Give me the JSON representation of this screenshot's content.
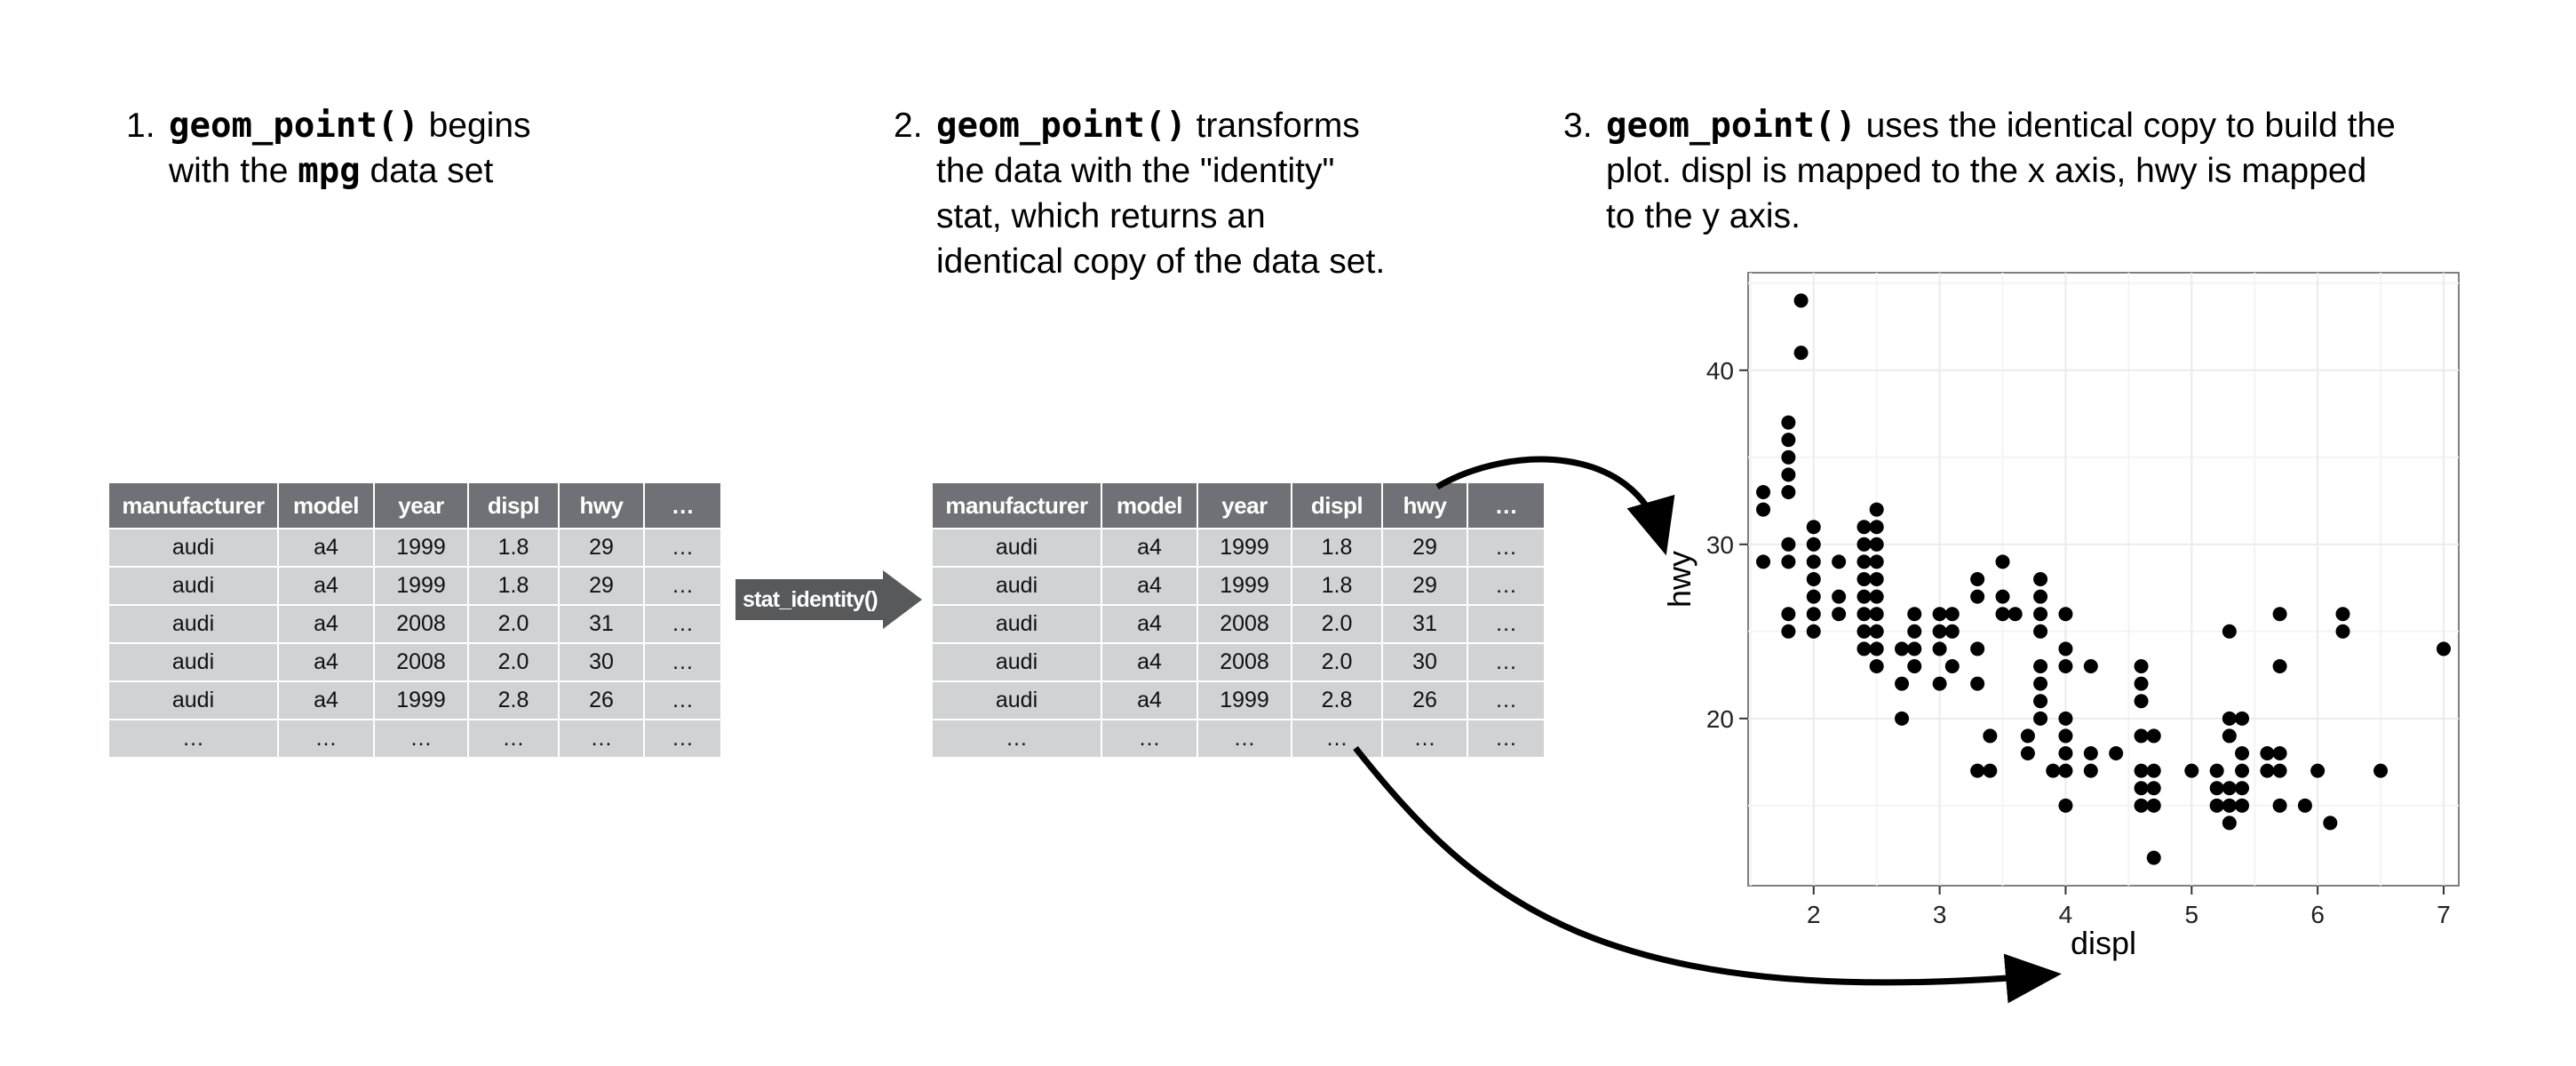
{
  "steps": [
    {
      "number": "1.",
      "lines": [
        [
          {
            "t": "geom_point()",
            "code": true
          },
          {
            "t": " begins",
            "code": false
          }
        ],
        [
          {
            "t": "with the ",
            "code": false
          },
          {
            "t": "mpg",
            "code": true
          },
          {
            "t": " data set",
            "code": false
          }
        ]
      ]
    },
    {
      "number": "2.",
      "lines": [
        [
          {
            "t": "geom_point()",
            "code": true
          },
          {
            "t": " transforms",
            "code": false
          }
        ],
        [
          {
            "t": "the data with the \"identity\"",
            "code": false
          }
        ],
        [
          {
            "t": "stat, which returns an",
            "code": false
          }
        ],
        [
          {
            "t": "identical copy of the data set.",
            "code": false
          }
        ]
      ]
    },
    {
      "number": "3.",
      "lines": [
        [
          {
            "t": "geom_point()",
            "code": true
          },
          {
            "t": " uses the identical copy to build the",
            "code": false
          }
        ],
        [
          {
            "t": "plot. displ is mapped to the x axis, hwy is mapped",
            "code": false
          }
        ],
        [
          {
            "t": "to the y axis.",
            "code": false
          }
        ]
      ]
    }
  ],
  "tables": [
    {
      "headers": [
        "manufacturer",
        "model",
        "year",
        "displ",
        "hwy",
        "…"
      ],
      "rows": [
        [
          "audi",
          "a4",
          "1999",
          "1.8",
          "29",
          "…"
        ],
        [
          "audi",
          "a4",
          "1999",
          "1.8",
          "29",
          "…"
        ],
        [
          "audi",
          "a4",
          "2008",
          "2.0",
          "31",
          "…"
        ],
        [
          "audi",
          "a4",
          "2008",
          "2.0",
          "30",
          "…"
        ],
        [
          "audi",
          "a4",
          "1999",
          "2.8",
          "26",
          "…"
        ],
        [
          "…",
          "…",
          "…",
          "…",
          "…",
          "…"
        ]
      ]
    },
    {
      "headers": [
        "manufacturer",
        "model",
        "year",
        "displ",
        "hwy",
        "…"
      ],
      "rows": [
        [
          "audi",
          "a4",
          "1999",
          "1.8",
          "29",
          "…"
        ],
        [
          "audi",
          "a4",
          "1999",
          "1.8",
          "29",
          "…"
        ],
        [
          "audi",
          "a4",
          "2008",
          "2.0",
          "31",
          "…"
        ],
        [
          "audi",
          "a4",
          "2008",
          "2.0",
          "30",
          "…"
        ],
        [
          "audi",
          "a4",
          "1999",
          "2.8",
          "26",
          "…"
        ],
        [
          "…",
          "…",
          "…",
          "…",
          "…",
          "…"
        ]
      ]
    }
  ],
  "stat_arrow_label": "stat_identity()",
  "colors": {
    "header_bg": "#6f7176",
    "cell_bg": "#d1d2d4",
    "arrow": "#000000",
    "stat_arrow": "#58595b",
    "grid": "#ebebeb",
    "point": "#000000"
  },
  "chart_data": {
    "type": "scatter",
    "xlabel": "displ",
    "ylabel": "hwy",
    "xlim": [
      1.48,
      7.12
    ],
    "ylim": [
      10.4,
      45.6
    ],
    "x_ticks": [
      2,
      3,
      4,
      5,
      6,
      7
    ],
    "y_ticks": [
      20,
      30,
      40
    ],
    "grid": true,
    "points": [
      [
        1.6,
        33
      ],
      [
        1.6,
        32
      ],
      [
        1.6,
        29
      ],
      [
        1.8,
        37
      ],
      [
        1.8,
        36
      ],
      [
        1.8,
        35
      ],
      [
        1.8,
        34
      ],
      [
        1.8,
        33
      ],
      [
        1.8,
        30
      ],
      [
        1.8,
        29
      ],
      [
        1.8,
        26
      ],
      [
        1.8,
        25
      ],
      [
        1.9,
        44
      ],
      [
        1.9,
        41
      ],
      [
        2.0,
        31
      ],
      [
        2.0,
        30
      ],
      [
        2.0,
        29
      ],
      [
        2.0,
        28
      ],
      [
        2.0,
        27
      ],
      [
        2.0,
        26
      ],
      [
        2.0,
        25
      ],
      [
        2.2,
        29
      ],
      [
        2.2,
        27
      ],
      [
        2.2,
        26
      ],
      [
        2.4,
        31
      ],
      [
        2.4,
        30
      ],
      [
        2.4,
        29
      ],
      [
        2.4,
        28
      ],
      [
        2.4,
        27
      ],
      [
        2.4,
        26
      ],
      [
        2.4,
        25
      ],
      [
        2.4,
        24
      ],
      [
        2.5,
        32
      ],
      [
        2.5,
        31
      ],
      [
        2.5,
        30
      ],
      [
        2.5,
        29
      ],
      [
        2.5,
        28
      ],
      [
        2.5,
        27
      ],
      [
        2.5,
        26
      ],
      [
        2.5,
        25
      ],
      [
        2.5,
        24
      ],
      [
        2.5,
        23
      ],
      [
        2.7,
        24
      ],
      [
        2.7,
        22
      ],
      [
        2.7,
        20
      ],
      [
        2.8,
        26
      ],
      [
        2.8,
        25
      ],
      [
        2.8,
        24
      ],
      [
        2.8,
        23
      ],
      [
        3.0,
        26
      ],
      [
        3.0,
        25
      ],
      [
        3.0,
        24
      ],
      [
        3.0,
        22
      ],
      [
        3.1,
        26
      ],
      [
        3.1,
        25
      ],
      [
        3.1,
        23
      ],
      [
        3.3,
        28
      ],
      [
        3.3,
        27
      ],
      [
        3.3,
        24
      ],
      [
        3.3,
        22
      ],
      [
        3.3,
        17
      ],
      [
        3.4,
        19
      ],
      [
        3.4,
        17
      ],
      [
        3.5,
        29
      ],
      [
        3.5,
        27
      ],
      [
        3.5,
        26
      ],
      [
        3.6,
        26
      ],
      [
        3.7,
        19
      ],
      [
        3.7,
        18
      ],
      [
        3.8,
        28
      ],
      [
        3.8,
        27
      ],
      [
        3.8,
        26
      ],
      [
        3.8,
        25
      ],
      [
        3.8,
        23
      ],
      [
        3.8,
        22
      ],
      [
        3.8,
        21
      ],
      [
        3.8,
        20
      ],
      [
        3.9,
        17
      ],
      [
        4.0,
        26
      ],
      [
        4.0,
        24
      ],
      [
        4.0,
        23
      ],
      [
        4.0,
        20
      ],
      [
        4.0,
        19
      ],
      [
        4.0,
        18
      ],
      [
        4.0,
        17
      ],
      [
        4.0,
        15
      ],
      [
        4.2,
        23
      ],
      [
        4.2,
        18
      ],
      [
        4.2,
        17
      ],
      [
        4.4,
        18
      ],
      [
        4.6,
        23
      ],
      [
        4.6,
        22
      ],
      [
        4.6,
        21
      ],
      [
        4.6,
        19
      ],
      [
        4.6,
        17
      ],
      [
        4.6,
        16
      ],
      [
        4.6,
        15
      ],
      [
        4.7,
        19
      ],
      [
        4.7,
        17
      ],
      [
        4.7,
        16
      ],
      [
        4.7,
        15
      ],
      [
        4.7,
        12
      ],
      [
        5.0,
        17
      ],
      [
        5.2,
        17
      ],
      [
        5.2,
        16
      ],
      [
        5.2,
        15
      ],
      [
        5.3,
        25
      ],
      [
        5.3,
        20
      ],
      [
        5.3,
        19
      ],
      [
        5.3,
        16
      ],
      [
        5.3,
        15
      ],
      [
        5.3,
        14
      ],
      [
        5.4,
        20
      ],
      [
        5.4,
        18
      ],
      [
        5.4,
        17
      ],
      [
        5.4,
        16
      ],
      [
        5.4,
        15
      ],
      [
        5.6,
        18
      ],
      [
        5.6,
        17
      ],
      [
        5.7,
        26
      ],
      [
        5.7,
        23
      ],
      [
        5.7,
        18
      ],
      [
        5.7,
        17
      ],
      [
        5.7,
        15
      ],
      [
        5.9,
        15
      ],
      [
        6.0,
        17
      ],
      [
        6.1,
        14
      ],
      [
        6.2,
        26
      ],
      [
        6.2,
        25
      ],
      [
        6.5,
        17
      ],
      [
        7.0,
        24
      ]
    ]
  }
}
